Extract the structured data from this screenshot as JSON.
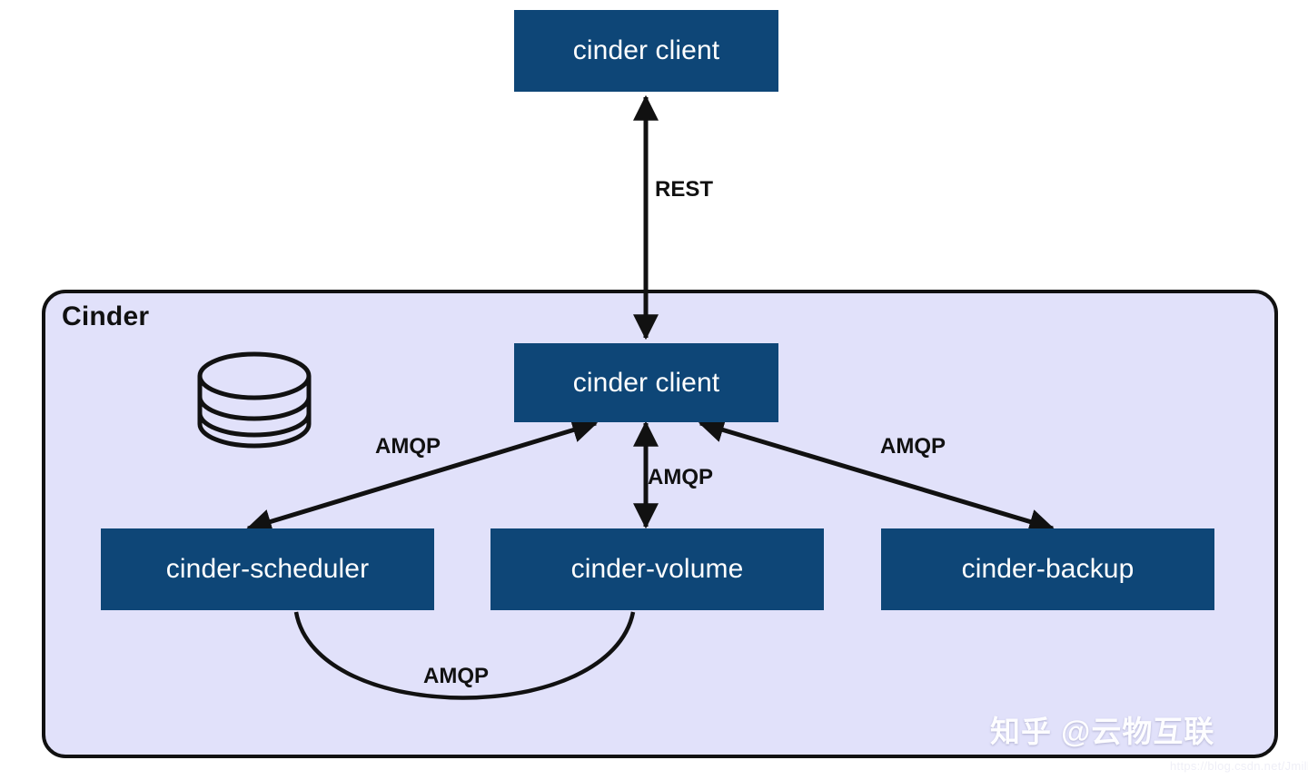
{
  "diagram": {
    "title": "Cinder",
    "group": {
      "label": "Cinder"
    },
    "nodes": [
      {
        "id": "cinder-client-top",
        "label": "cinder client"
      },
      {
        "id": "cinder-client-inner",
        "label": "cinder client"
      },
      {
        "id": "cinder-scheduler",
        "label": "cinder-scheduler"
      },
      {
        "id": "cinder-volume",
        "label": "cinder-volume"
      },
      {
        "id": "cinder-backup",
        "label": "cinder-backup"
      }
    ],
    "edges": [
      {
        "id": "rest",
        "label": "REST",
        "from": "cinder-client-top",
        "to": "cinder-client-inner",
        "direction": "both"
      },
      {
        "id": "amqp-left",
        "label": "AMQP",
        "from": "cinder-client-inner",
        "to": "cinder-scheduler",
        "direction": "both"
      },
      {
        "id": "amqp-mid",
        "label": "AMQP",
        "from": "cinder-client-inner",
        "to": "cinder-volume",
        "direction": "both"
      },
      {
        "id": "amqp-right",
        "label": "AMQP",
        "from": "cinder-client-inner",
        "to": "cinder-backup",
        "direction": "both"
      },
      {
        "id": "amqp-bottom",
        "label": "AMQP",
        "from": "cinder-scheduler",
        "to": "cinder-volume",
        "direction": "none"
      }
    ],
    "icons": [
      {
        "id": "database",
        "label": "database-cylinder"
      }
    ],
    "watermark": {
      "text": "知乎 @云物互联",
      "url": "https://blog.csdn.net/Jmilk"
    },
    "colors": {
      "node_fill": "#0e4677",
      "node_text": "#ffffff",
      "group_fill": "#e1e1fa",
      "stroke": "#111111",
      "page_background": "#ffffff"
    }
  }
}
